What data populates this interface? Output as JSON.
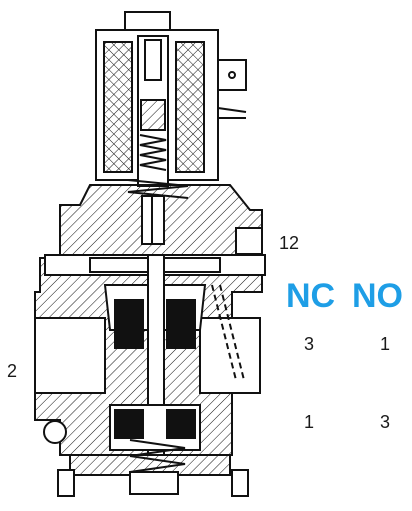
{
  "labels": {
    "port_pilot": "12",
    "port_side": "2",
    "nc_header": "NC",
    "no_header": "NO",
    "nc_upper": "3",
    "no_upper": "1",
    "nc_lower": "1",
    "no_lower": "3"
  },
  "colors": {
    "header": "#1e9ee6",
    "line": "#111111"
  }
}
